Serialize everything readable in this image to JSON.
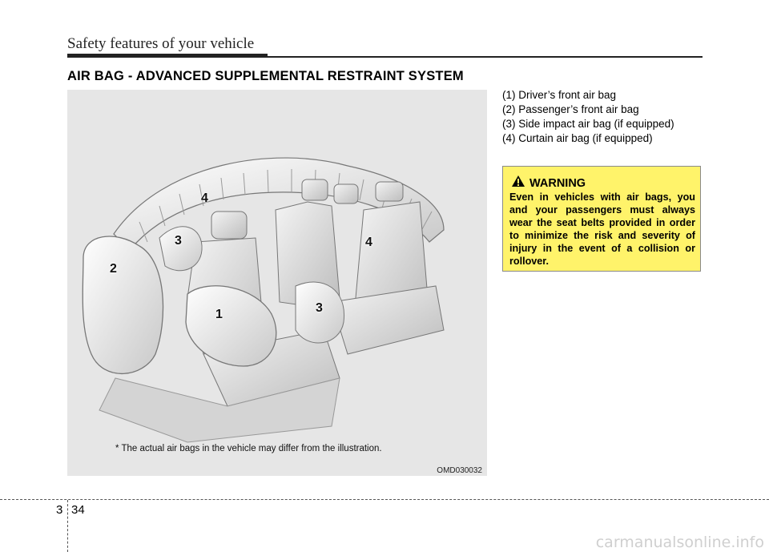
{
  "header": {
    "title": "Safety features of your vehicle"
  },
  "section": {
    "heading": "AIR BAG - ADVANCED SUPPLEMENTAL RESTRAINT SYSTEM"
  },
  "figure": {
    "caption": "* The actual air bags in the vehicle may differ from the illustration.",
    "code": "OMD030032",
    "callouts": [
      "4",
      "3",
      "2",
      "1",
      "4",
      "3"
    ]
  },
  "legend": {
    "items": [
      "(1) Driver’s front air bag",
      "(2) Passenger’s front air bag",
      "(3) Side impact air bag (if equipped)",
      "(4) Curtain air bag (if equipped)"
    ]
  },
  "warning": {
    "title": "WARNING",
    "body": "Even in vehicles with air bags, you and your passengers must always wear the seat belts provided in order to minimize the risk and severity of injury in the event of a collision or rollover.",
    "color": "#fff36a",
    "icon": "warning-triangle-icon"
  },
  "footer": {
    "chapter": "3",
    "page": "34"
  },
  "watermark": "carmanualsonline.info"
}
